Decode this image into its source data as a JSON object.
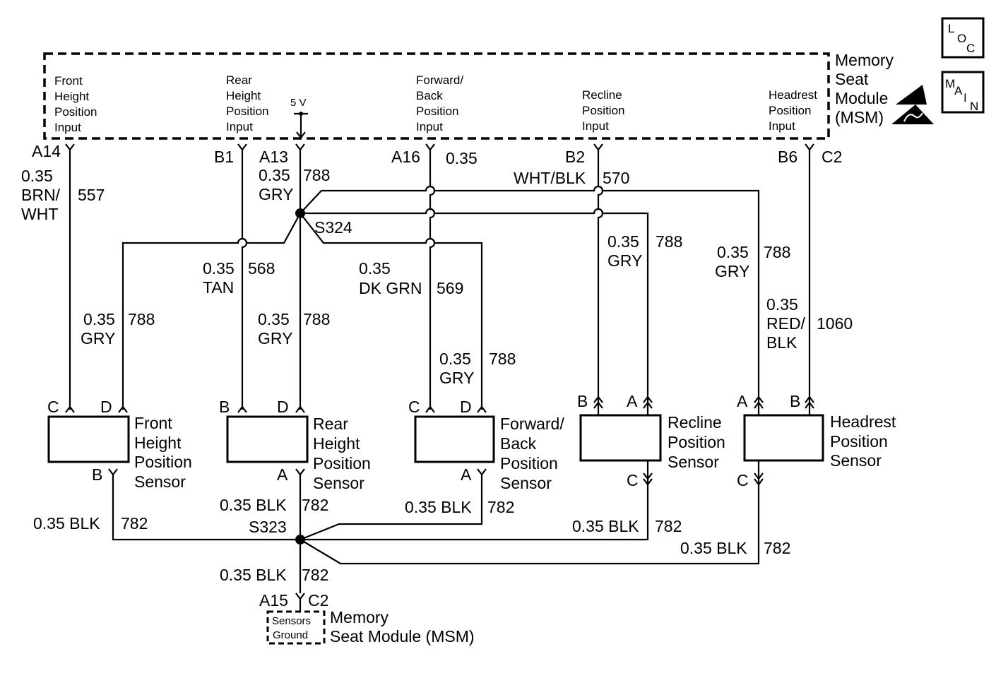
{
  "module": {
    "name_lines": [
      "Memory",
      "Seat",
      "Module",
      "(MSM)"
    ],
    "inputs": [
      {
        "lines": [
          "Front",
          "Height",
          "Position",
          "Input"
        ]
      },
      {
        "lines": [
          "Rear",
          "Height",
          "Position",
          "Input"
        ]
      },
      {
        "lines": [
          "Forward/",
          "Back",
          "Position",
          "Input"
        ]
      },
      {
        "lines": [
          "Recline",
          "Position",
          "Input"
        ]
      },
      {
        "lines": [
          "Headrest",
          "Position",
          "Input"
        ]
      }
    ],
    "voltage": "5 V",
    "pins": [
      "A14",
      "B1",
      "A13",
      "A16",
      "B2",
      "B6",
      "C2"
    ]
  },
  "badges": {
    "loc": [
      "L",
      "O",
      "C"
    ],
    "main": [
      "M",
      "A",
      "I",
      "N"
    ]
  },
  "wires": {
    "w557": {
      "gauge": "0.35",
      "color_lines": [
        "BRN/",
        "WHT"
      ],
      "circuit": "557"
    },
    "w568": {
      "gauge": "0.35",
      "color": "TAN",
      "circuit": "568"
    },
    "w788_top": {
      "gauge": "0.35",
      "color": "GRY",
      "circuit": "788"
    },
    "w788_front": {
      "gauge": "0.35",
      "color": "GRY",
      "circuit": "788"
    },
    "w788_rear": {
      "gauge": "0.35",
      "color": "GRY",
      "circuit": "788"
    },
    "w788_fwd": {
      "gauge": "0.35",
      "color": "GRY",
      "circuit": "788"
    },
    "w788_recline": {
      "gauge": "0.35",
      "color": "GRY",
      "circuit": "788"
    },
    "w788_headrest": {
      "gauge": "0.35",
      "color": "GRY",
      "circuit": "788"
    },
    "w569": {
      "gauge": "0.35",
      "color": "DK GRN",
      "circuit": "569"
    },
    "w569_top_gauge": "0.35",
    "w570": {
      "color": "WHT/BLK",
      "circuit": "570"
    },
    "w1060": {
      "gauge": "0.35",
      "color_lines": [
        "RED/",
        "BLK"
      ],
      "circuit": "1060"
    },
    "ground": [
      {
        "text": "0.35 BLK",
        "circuit": "782"
      },
      {
        "text": "0.35 BLK",
        "circuit": "782"
      },
      {
        "text": "0.35 BLK",
        "circuit": "782"
      },
      {
        "text": "0.35 BLK",
        "circuit": "782"
      },
      {
        "text": "0.35 BLK",
        "circuit": "782"
      },
      {
        "text": "0.35 BLK",
        "circuit": "782"
      }
    ]
  },
  "splices": {
    "s324": "S324",
    "s323": "S323"
  },
  "sensors": [
    {
      "lines": [
        "Front",
        "Height",
        "Position",
        "Sensor"
      ],
      "pins": [
        "C",
        "D",
        "B"
      ]
    },
    {
      "lines": [
        "Rear",
        "Height",
        "Position",
        "Sensor"
      ],
      "pins": [
        "B",
        "D",
        "A"
      ]
    },
    {
      "lines": [
        "Forward/",
        "Back",
        "Position",
        "Sensor"
      ],
      "pins": [
        "C",
        "D",
        "A"
      ]
    },
    {
      "lines": [
        "Recline",
        "Position",
        "Sensor"
      ],
      "pins": [
        "B",
        "A",
        "C"
      ]
    },
    {
      "lines": [
        "Headrest",
        "Position",
        "Sensor"
      ],
      "pins": [
        "A",
        "B",
        "C"
      ]
    }
  ],
  "bottom": {
    "pins": [
      "A15",
      "C2"
    ],
    "ground_box": [
      "Sensors",
      "Ground"
    ],
    "module_lines": [
      "Memory",
      "Seat Module (MSM)"
    ]
  }
}
